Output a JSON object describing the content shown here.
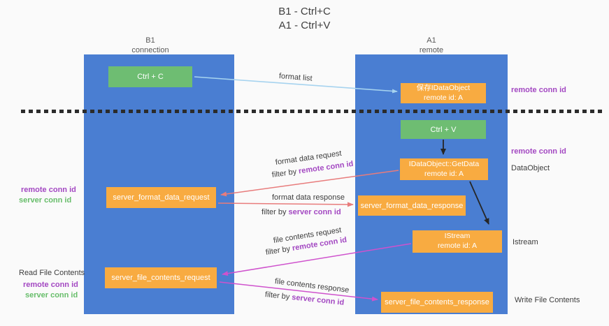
{
  "title": {
    "line1": "B1 - Ctrl+C",
    "line2": "A1 - Ctrl+V"
  },
  "lanes": {
    "left": {
      "name": "B1",
      "role": "connection"
    },
    "right": {
      "name": "A1",
      "role": "remote"
    }
  },
  "nodes": {
    "ctrl_c": {
      "label": "Ctrl + C"
    },
    "ctrl_v": {
      "label": "Ctrl + V"
    },
    "save_dataobject": {
      "line1": "保存IDataObject",
      "line2": "remote id: A"
    },
    "getdata": {
      "line1": "IDataObject::GetData",
      "line2": "remote id: A"
    },
    "istream": {
      "line1": "IStream",
      "line2": "remote id: A"
    },
    "server_format_data_request": {
      "label": "server_format_data_request"
    },
    "server_format_data_response": {
      "label": "server_format_data_response"
    },
    "server_file_contents_request": {
      "label": "server_file_contents_request"
    },
    "server_file_contents_response": {
      "label": "server_file_contents_response"
    }
  },
  "edge_labels": {
    "format_list": "format list",
    "format_data_request": {
      "title": "format data request",
      "filter_prefix": "filter by ",
      "filter_key": "remote conn id"
    },
    "format_data_response": {
      "title": "format data response",
      "filter_prefix": "filter by ",
      "filter_key": "server conn id"
    },
    "file_contents_request": {
      "title": "file contents request",
      "filter_prefix": "filter by ",
      "filter_key": "remote conn id"
    },
    "file_contents_response": {
      "title": "file contents response",
      "filter_prefix": "filter by ",
      "filter_key": "server conn id"
    }
  },
  "annotations": {
    "right_top_remote_conn_id": "remote conn id",
    "right_mid_remote_conn_id": "remote conn id",
    "right_dataobject": "DataObject",
    "right_istream": "Istream",
    "right_write_file_contents": "Write File Contents",
    "left_remote_conn_id": "remote conn id",
    "left_server_conn_id": "server conn id",
    "left_read_file_contents": "Read File Contents",
    "left_remote_conn_id_2": "remote conn id",
    "left_server_conn_id_2": "server conn id"
  },
  "colors": {
    "lane_blue": "#4a7ed2",
    "node_orange": "#f8ab41",
    "node_green": "#6ebd72",
    "purple_text": "#a348c2",
    "green_text": "#67bd6a",
    "arrow_red": "#e87c7c",
    "arrow_magenta": "#cf52cd",
    "arrow_lightblue": "#a6d3ef",
    "arrow_black": "#262626"
  }
}
